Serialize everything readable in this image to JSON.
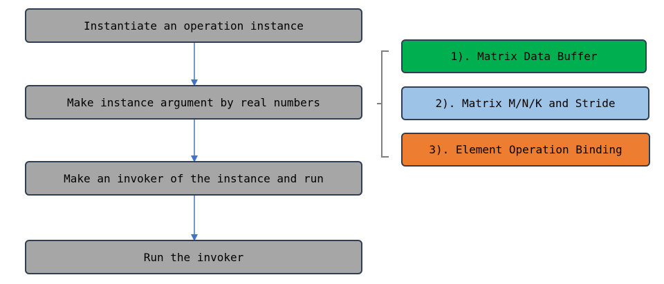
{
  "flow": {
    "steps": [
      "Instantiate an operation instance",
      "Make instance argument by real numbers",
      "Make an invoker of the instance and run",
      "Run the invoker"
    ]
  },
  "arguments": {
    "items": [
      {
        "label": "1). Matrix Data Buffer",
        "color": "#00b050"
      },
      {
        "label": "2). Matrix M/N/K and Stride",
        "color": "#9dc3e6"
      },
      {
        "label": "3). Element Operation Binding",
        "color": "#ed7d31"
      }
    ]
  },
  "colors": {
    "step_fill": "#a6a6a6",
    "box_border": "#2f3e52",
    "arrow": "#4472c4",
    "bracket": "#7f7f7f"
  }
}
